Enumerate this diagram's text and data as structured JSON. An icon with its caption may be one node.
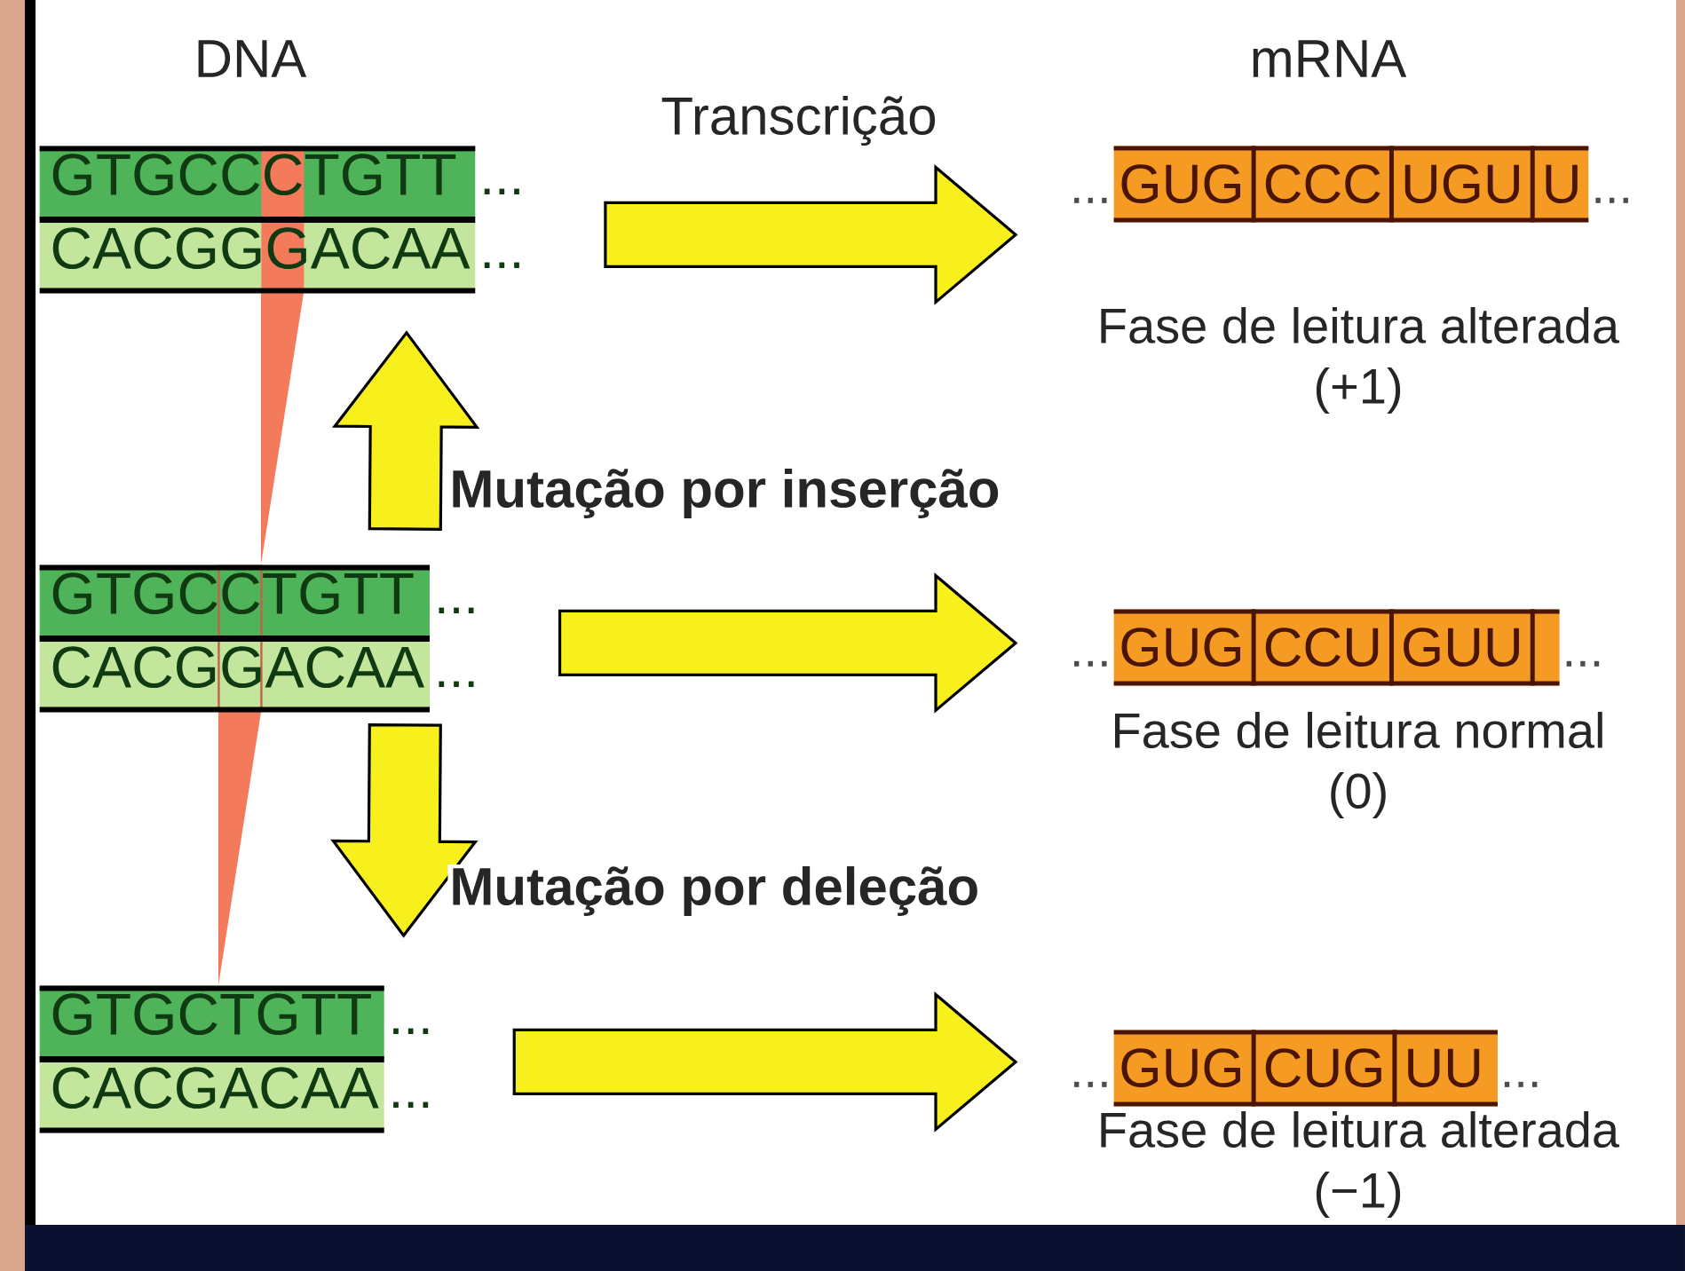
{
  "diagram": {
    "nodes": [
      {
        "text": [
          "GTGCCCTGTT",
          "CACGGGACAA"
        ],
        "beside": [
          "...",
          "..."
        ]
      },
      {
        "text": [
          "GUG",
          "CCC",
          "UGU",
          "U"
        ],
        "beside": [
          "...",
          "...",
          "Fase de leitura alterada (+1)"
        ]
      },
      {
        "text": [
          "GTGCCTGTT",
          "CACGGACAA"
        ],
        "beside": [
          "...",
          "..."
        ]
      },
      {
        "text": [
          "GUG",
          "CCU",
          "GUU"
        ],
        "beside": [
          "...",
          "...",
          "Fase de leitura normal (0)"
        ]
      },
      {
        "text": [
          "GTGCTGTT",
          "CACGACAA"
        ],
        "beside": [
          "...",
          "..."
        ]
      },
      {
        "text": [
          "GUG",
          "CUG",
          "UU"
        ],
        "beside": [
          "...",
          "...",
          "Fase de leitura alterada (−1)"
        ]
      }
    ],
    "edges": [
      {
        "from": 0,
        "to": 1,
        "arrow": "to",
        "label": "Transcrição"
      },
      {
        "from": 2,
        "to": 3,
        "arrow": "to"
      },
      {
        "from": 4,
        "to": 5,
        "arrow": "to"
      },
      {
        "from": 2,
        "to": 0,
        "arrow": "to",
        "label": "Mutação por inserção"
      },
      {
        "from": 2,
        "to": 4,
        "arrow": "to",
        "label": "Mutação por deleção"
      }
    ],
    "labels": [
      "DNA",
      "mRNA"
    ]
  }
}
